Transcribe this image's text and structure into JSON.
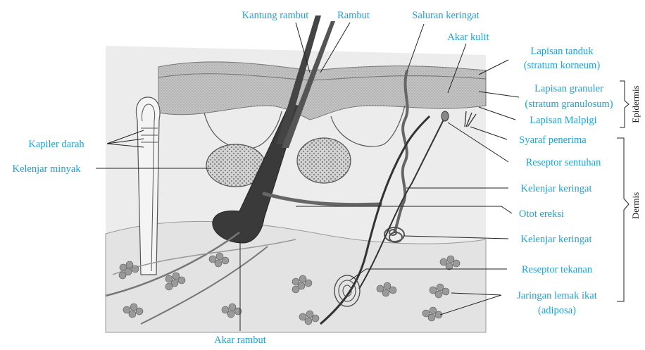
{
  "colors": {
    "label_text": "#1ba3dd",
    "side_text": "#222222",
    "leader_line": "#222222",
    "hair_dark": "#3a3a3a",
    "fat_cells": "#888888",
    "epidermis_band": "#bdbdbd"
  },
  "labels": {
    "kantung_rambut": "Kantung rambut",
    "rambut": "Rambut",
    "saluran_keringat": "Saluran keringat",
    "akar_kulit": "Akar kulit",
    "lapisan_tanduk_1": "Lapisan tanduk",
    "lapisan_tanduk_2": "(stratum korneum)",
    "lapisan_granuler_1": "Lapisan granuler",
    "lapisan_granuler_2": "(stratum granulosum)",
    "lapisan_malpigi": "Lapisan Malpigi",
    "syaraf_penerima": "Syaraf penerima",
    "reseptor_sentuhan": "Reseptor sentuhan",
    "kelenjar_keringat_1": "Kelenjar keringat",
    "otot_ereksi": "Otot ereksi",
    "kelenjar_keringat_2": "Kelenjar keringat",
    "reseptor_tekanan": "Reseptor tekanan",
    "jaringan_lemak_1": "Jaringan lemak ikat",
    "jaringan_lemak_2": "(adiposa)",
    "kapiler_darah": "Kapiler darah",
    "kelenjar_minyak": "Kelenjar minyak",
    "akar_rambut": "Akar rambut",
    "epidermis": "Epidermis",
    "dermis": "Dermis"
  }
}
